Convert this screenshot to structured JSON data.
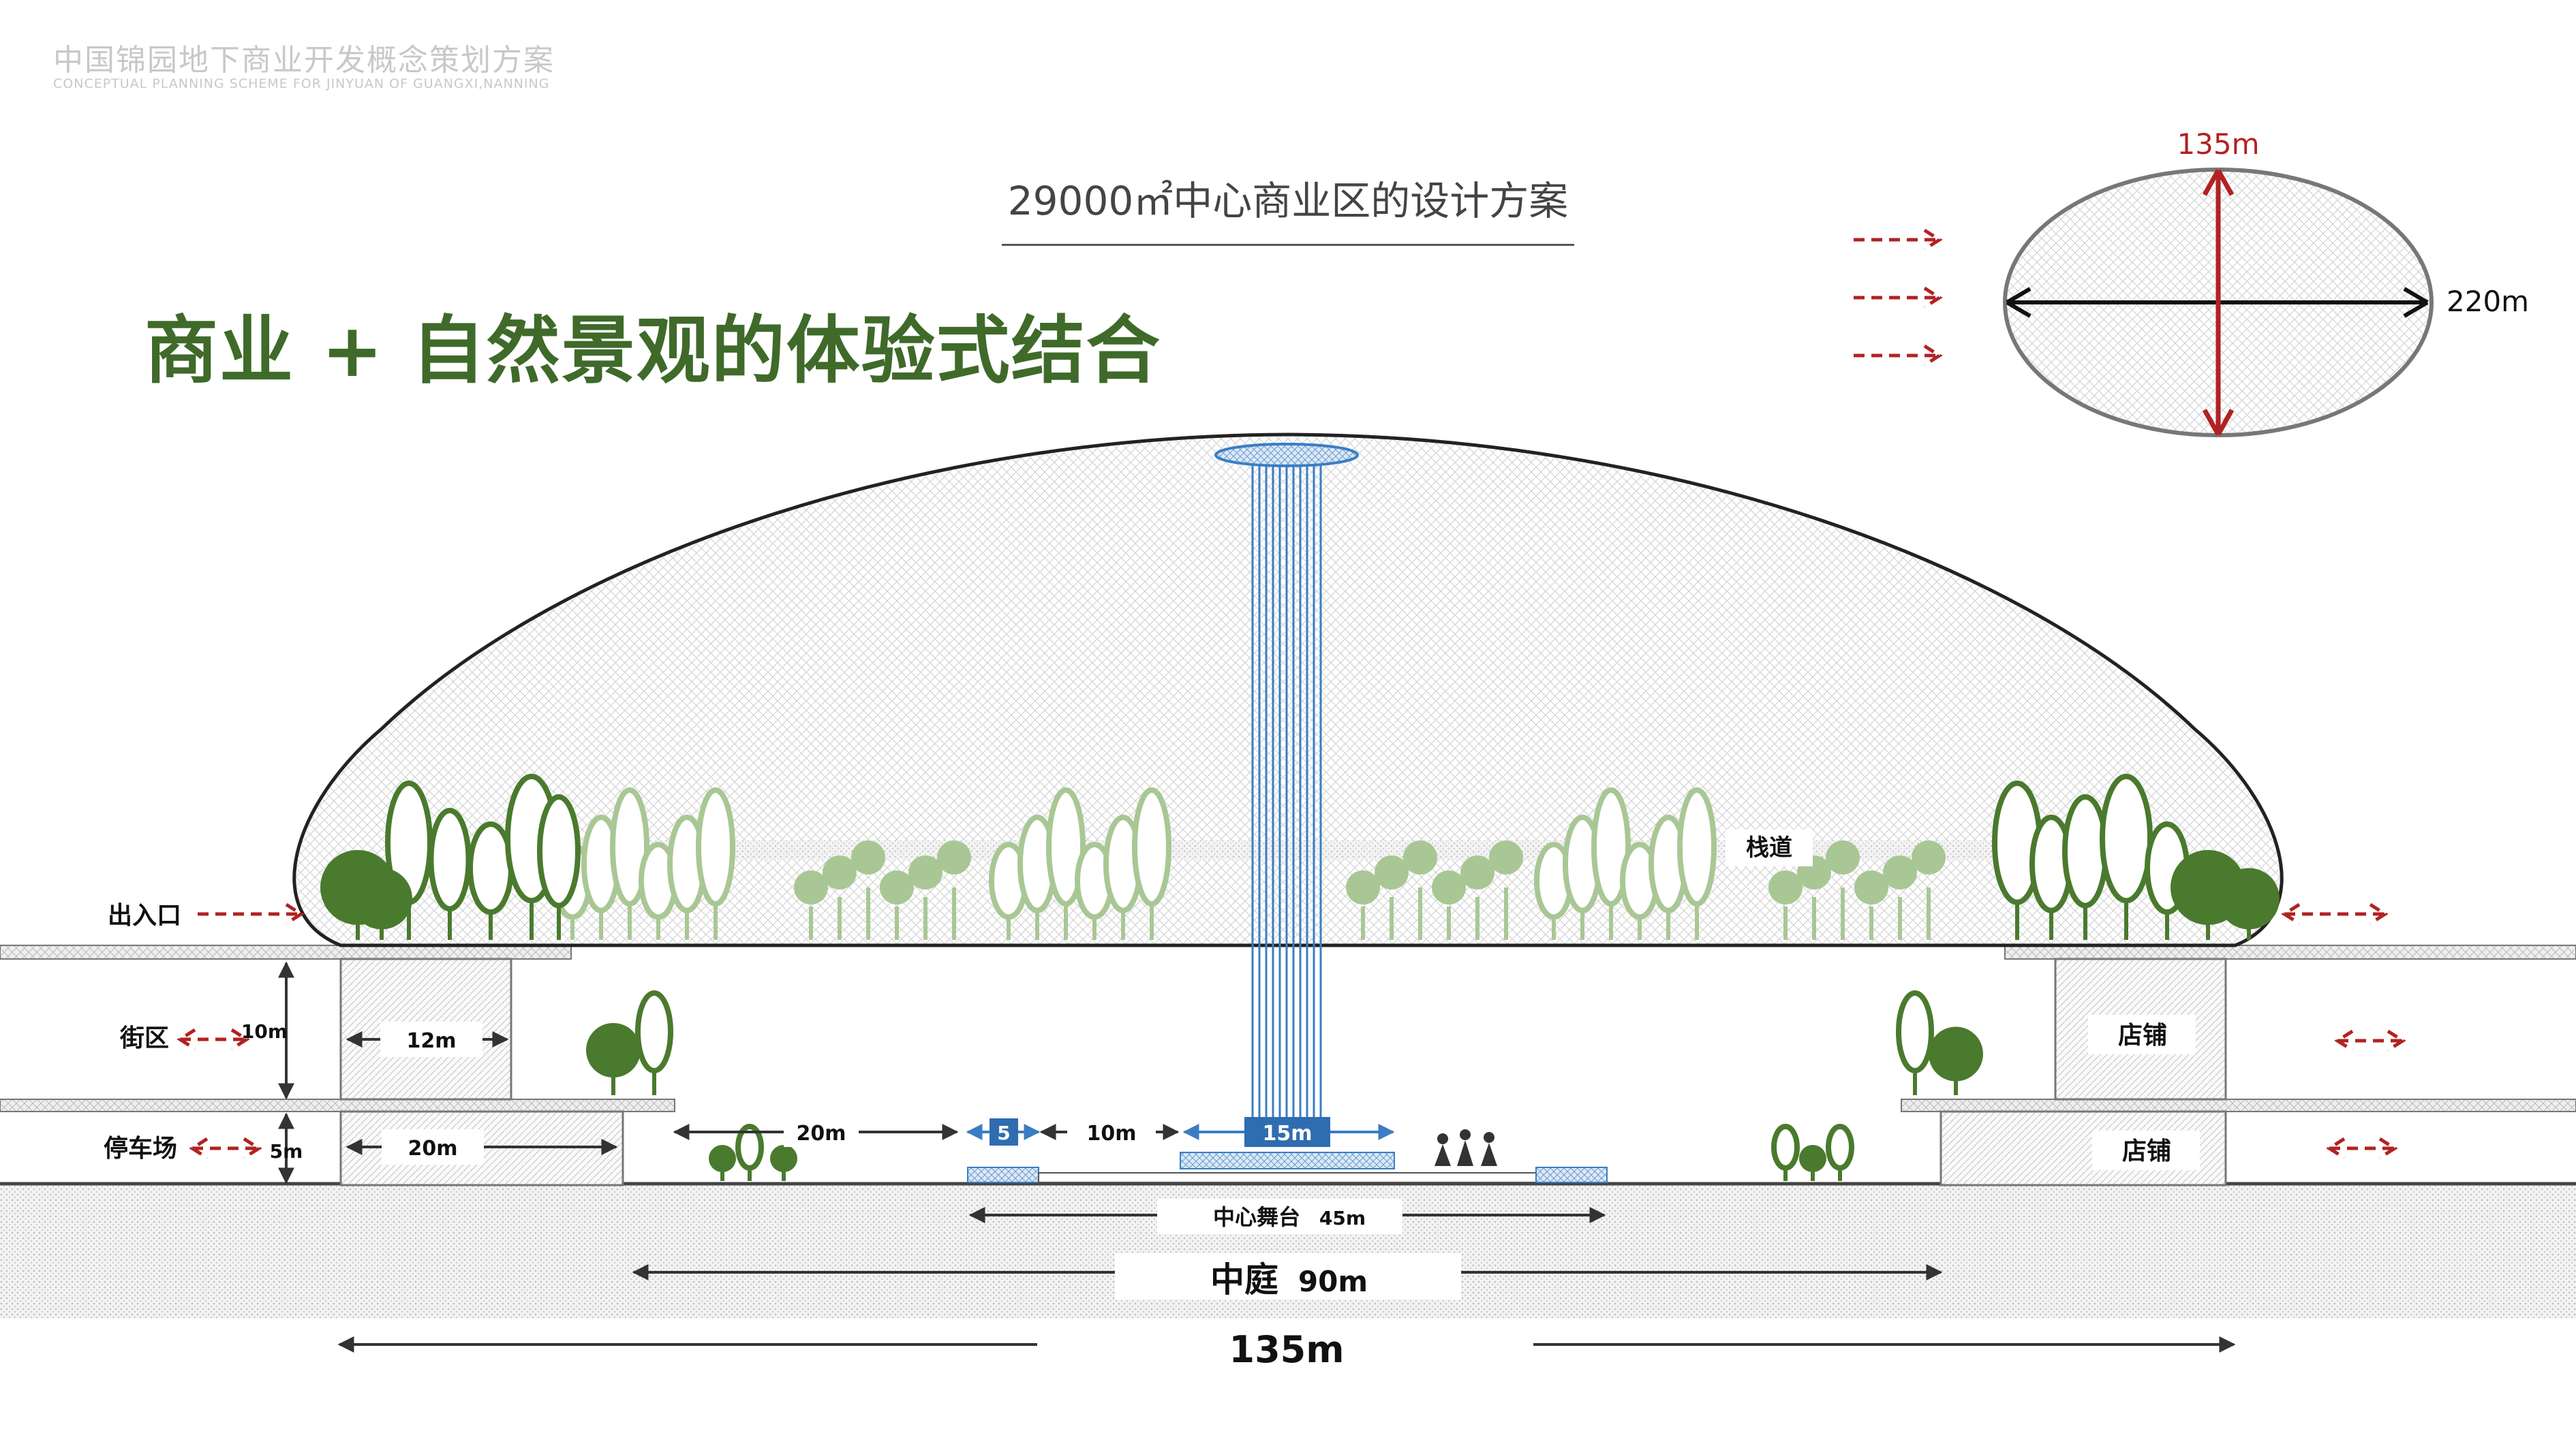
{
  "header": {
    "title_cn": "中国锦园地下商业开发概念策划方案",
    "title_en": "CONCEPTUAL PLANNING SCHEME FOR JINYUAN OF GUANGXI,NANNING"
  },
  "subtitle": "29000㎡中心商业区的设计方案",
  "headline": "商业 + 自然景观的体验式结合",
  "plan": {
    "dim_short": "135m",
    "dim_long": "220m"
  },
  "labels": {
    "entrance": "出入口",
    "block": "街区",
    "parking": "停车场",
    "shop_upper": "店铺",
    "shop_lower": "店铺",
    "boardwalk": "栈道"
  },
  "dims": {
    "block_height": "10m",
    "block_width": "12m",
    "parking_height": "5m",
    "parking_width": "20m",
    "gap_left": "20m",
    "step": "5",
    "gap_mid": "10m",
    "fountain": "15m",
    "stage_name": "中心舞台",
    "stage_width": "45m",
    "court_name": "中庭",
    "court_width": "90m",
    "total_width": "135m"
  },
  "colors": {
    "tree_dark": "#4a7a2e",
    "tree_light": "#a9c795",
    "headline": "#3f6a2a",
    "arrow_red": "#b22222",
    "water_blue": "#3b7dc4"
  }
}
